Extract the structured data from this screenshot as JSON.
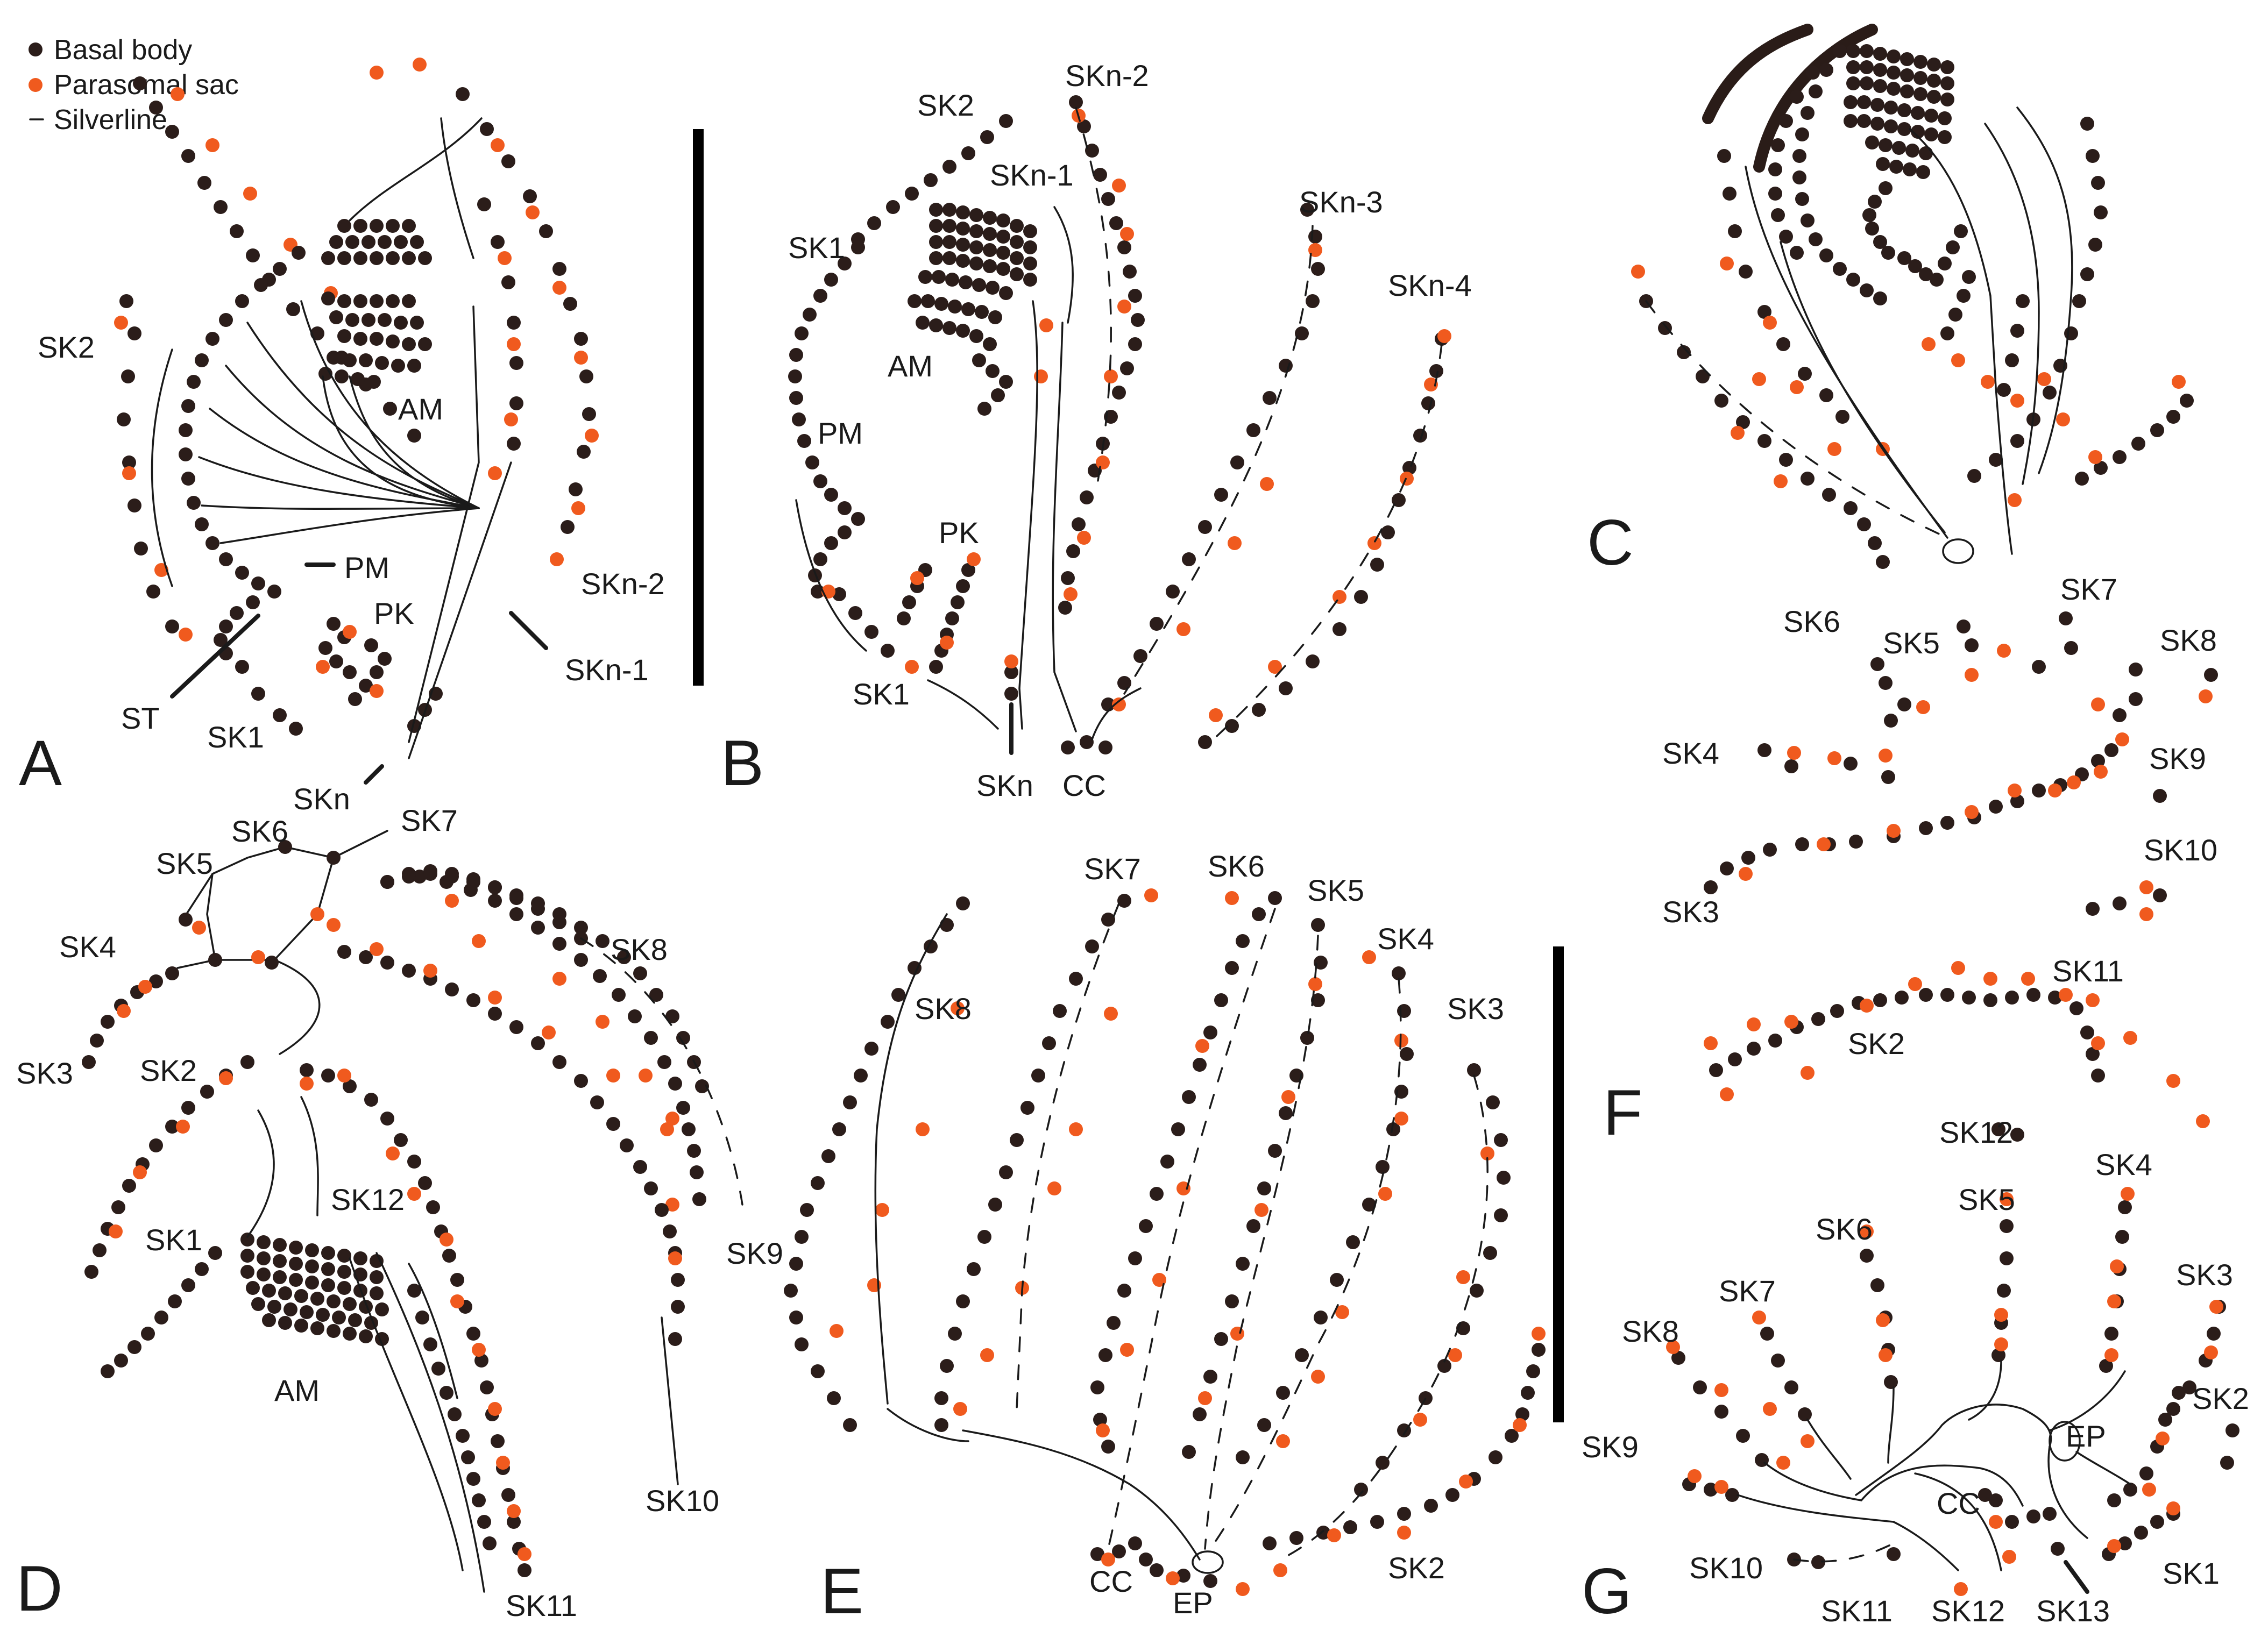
{
  "colors": {
    "basal": "#2b1d1a",
    "sac": "#f05a1e",
    "line": "#1a1a1a"
  },
  "legend": {
    "basal_body": "Basal body",
    "parasomal_sac": "Parasomal sac",
    "silverline": "Silverline"
  },
  "panels": [
    {
      "letter": "A",
      "labels": [
        "SK2",
        "AM",
        "PM",
        "PK",
        "ST",
        "SK1",
        "SKn-2",
        "SKn-1",
        "SKn"
      ]
    },
    {
      "letter": "B",
      "labels": [
        "SK2",
        "SKn-2",
        "SKn-1",
        "SKn-3",
        "SK1",
        "SKn-4",
        "AM",
        "PM",
        "PK",
        "SK1",
        "SKn",
        "CC"
      ]
    },
    {
      "letter": "C",
      "labels": []
    },
    {
      "letter": "D",
      "labels": [
        "SK6",
        "SK7",
        "SK5",
        "SK4",
        "SK8",
        "SK3",
        "SK2",
        "SK12",
        "SK1",
        "SK9",
        "AM",
        "SK10",
        "SK11"
      ]
    },
    {
      "letter": "E",
      "labels": [
        "SK7",
        "SK6",
        "SK5",
        "SK4",
        "SK8",
        "SK3",
        "SK2",
        "CC",
        "EP"
      ]
    },
    {
      "letter": "F",
      "labels": [
        "SK7",
        "SK6",
        "SK5",
        "SK8",
        "SK4",
        "SK9",
        "SK10",
        "SK3",
        "SK11",
        "SK2",
        "SK12"
      ]
    },
    {
      "letter": "G",
      "labels": [
        "SK4",
        "SK5",
        "SK6",
        "SK3",
        "SK7",
        "SK8",
        "SK2",
        "EP",
        "SK9",
        "CC",
        "SK1",
        "SK10",
        "SK11",
        "SK12",
        "SK13"
      ]
    }
  ]
}
